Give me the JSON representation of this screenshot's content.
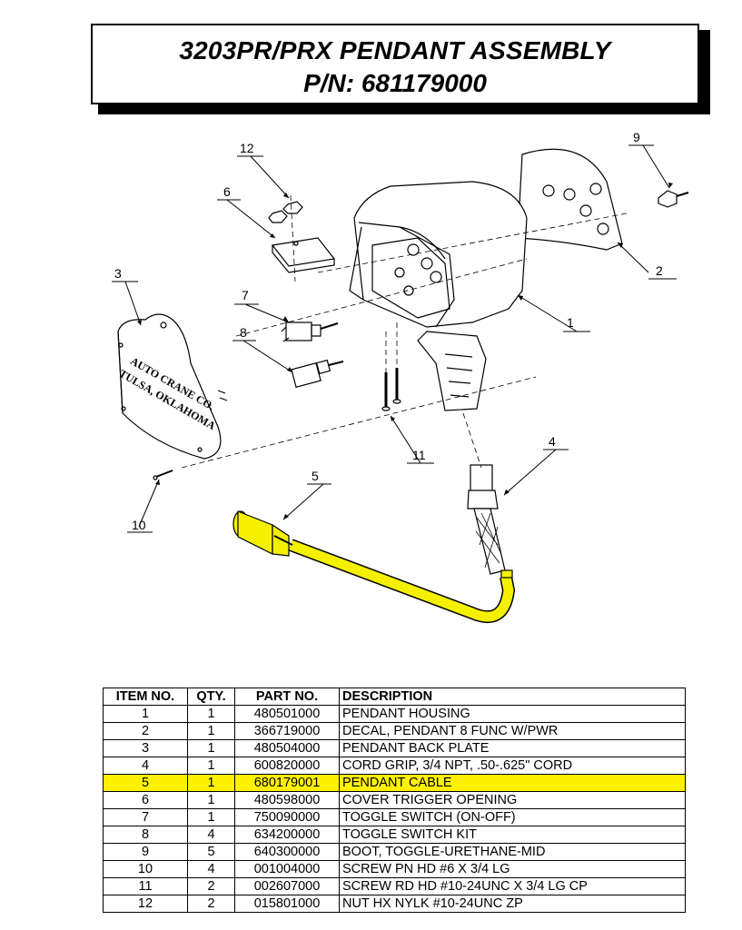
{
  "title": {
    "line1": "3203PR/PRX PENDANT ASSEMBLY",
    "line2": "P/N: 681179000"
  },
  "plate_text": {
    "line1": "AUTO CRANE CO.",
    "line2": "TULSA, OKLAHOMA"
  },
  "callouts": [
    "1",
    "2",
    "3",
    "4",
    "5",
    "6",
    "7",
    "8",
    "9",
    "10",
    "11",
    "12"
  ],
  "colors": {
    "highlight": "#fff200",
    "cable": "#f5f000"
  },
  "table": {
    "headers": [
      "ITEM NO.",
      "QTY.",
      "PART NO.",
      "DESCRIPTION"
    ],
    "rows": [
      {
        "item": "1",
        "qty": "1",
        "part": "480501000",
        "desc": "PENDANT HOUSING"
      },
      {
        "item": "2",
        "qty": "1",
        "part": "366719000",
        "desc": "DECAL, PENDANT 8 FUNC W/PWR"
      },
      {
        "item": "3",
        "qty": "1",
        "part": "480504000",
        "desc": "PENDANT BACK PLATE"
      },
      {
        "item": "4",
        "qty": "1",
        "part": "600820000",
        "desc": "CORD GRIP, 3/4 NPT, .50-.625\" CORD"
      },
      {
        "item": "5",
        "qty": "1",
        "part": "680179001",
        "desc": "PENDANT CABLE"
      },
      {
        "item": "6",
        "qty": "1",
        "part": "480598000",
        "desc": "COVER TRIGGER OPENING"
      },
      {
        "item": "7",
        "qty": "1",
        "part": "750090000",
        "desc": "TOGGLE SWITCH (ON-OFF)"
      },
      {
        "item": "8",
        "qty": "4",
        "part": "634200000",
        "desc": "TOGGLE SWITCH KIT"
      },
      {
        "item": "9",
        "qty": "5",
        "part": "640300000",
        "desc": "BOOT, TOGGLE-URETHANE-MID"
      },
      {
        "item": "10",
        "qty": "4",
        "part": "001004000",
        "desc": "SCREW PN HD #6 X 3/4 LG"
      },
      {
        "item": "11",
        "qty": "2",
        "part": "002607000",
        "desc": "SCREW RD HD #10-24UNC X 3/4 LG CP"
      },
      {
        "item": "12",
        "qty": "2",
        "part": "015801000",
        "desc": "NUT HX NYLK #10-24UNC ZP"
      }
    ]
  }
}
